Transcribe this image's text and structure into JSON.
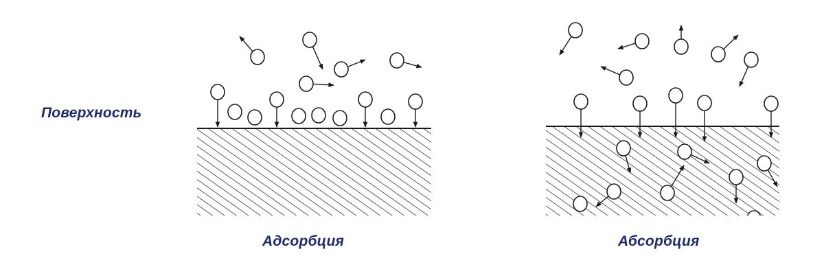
{
  "labels": {
    "surface": "Поверхность",
    "adsorption": "Адсорбция",
    "absorption": "Абсорбция"
  },
  "colors": {
    "label": "#1f2a6e",
    "ink": "#1a1a1a",
    "background": "#ffffff"
  }
}
